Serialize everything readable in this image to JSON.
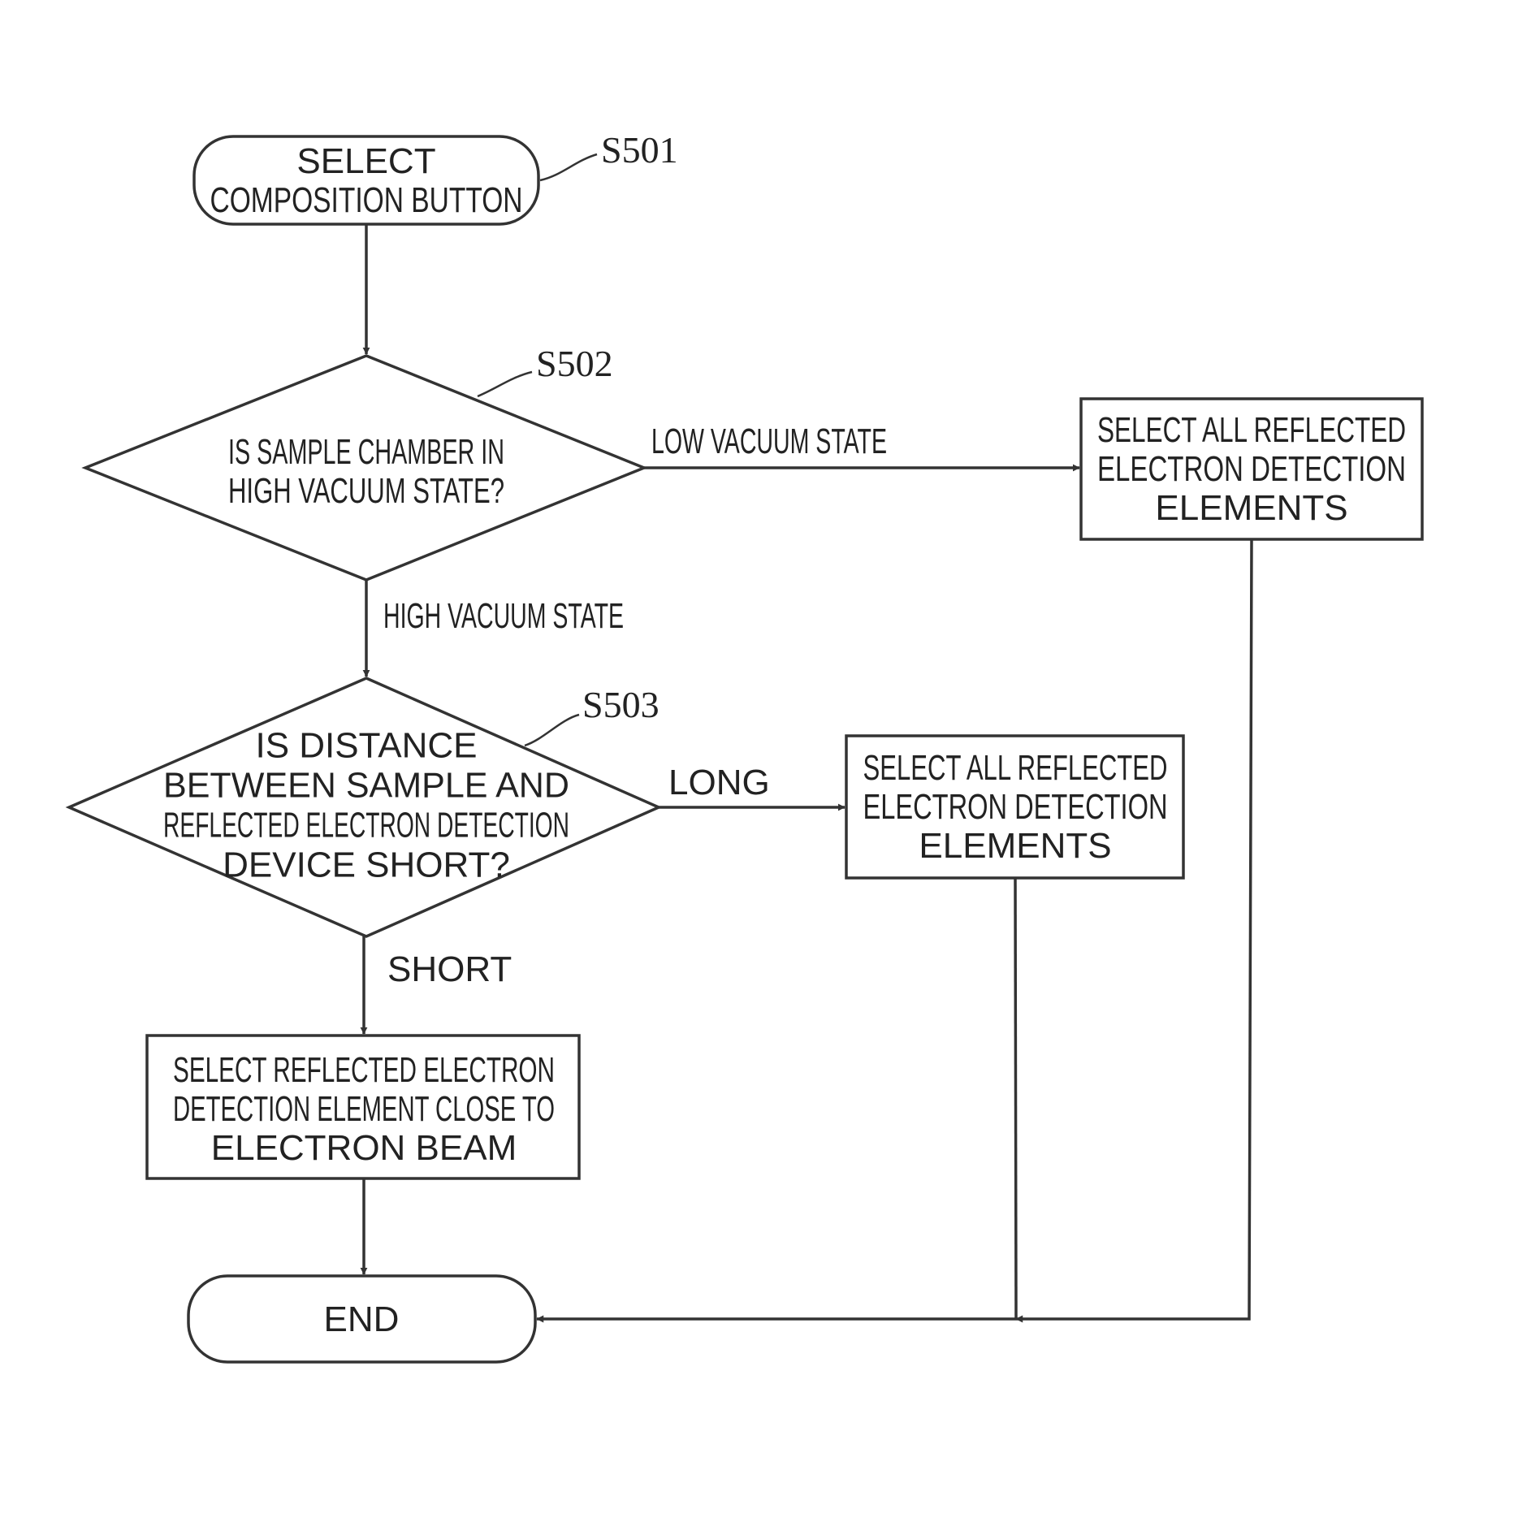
{
  "nodes": {
    "start": {
      "lines": [
        "SELECT",
        "COMPOSITION BUTTON"
      ]
    },
    "vacuum_decision": {
      "lines": [
        "IS SAMPLE CHAMBER IN",
        "HIGH VACUUM STATE?"
      ]
    },
    "distance_decision": {
      "lines": [
        "IS DISTANCE",
        "BETWEEN SAMPLE AND",
        "REFLECTED ELECTRON DETECTION",
        "DEVICE SHORT?"
      ]
    },
    "select_all_low_vacuum": {
      "lines": [
        "SELECT ALL REFLECTED",
        "ELECTRON DETECTION",
        "ELEMENTS"
      ]
    },
    "select_all_long": {
      "lines": [
        "SELECT ALL REFLECTED",
        "ELECTRON DETECTION",
        "ELEMENTS"
      ]
    },
    "select_close": {
      "lines": [
        "SELECT REFLECTED ELECTRON",
        "DETECTION ELEMENT CLOSE TO",
        "ELECTRON BEAM"
      ]
    },
    "end": {
      "lines": [
        "END"
      ]
    }
  },
  "step_refs": {
    "s501": "S501",
    "s502": "S502",
    "s503": "S503"
  },
  "edge_labels": {
    "low_vacuum": "LOW VACUUM STATE",
    "high_vacuum": "HIGH VACUUM STATE",
    "long": "LONG",
    "short": "SHORT"
  }
}
